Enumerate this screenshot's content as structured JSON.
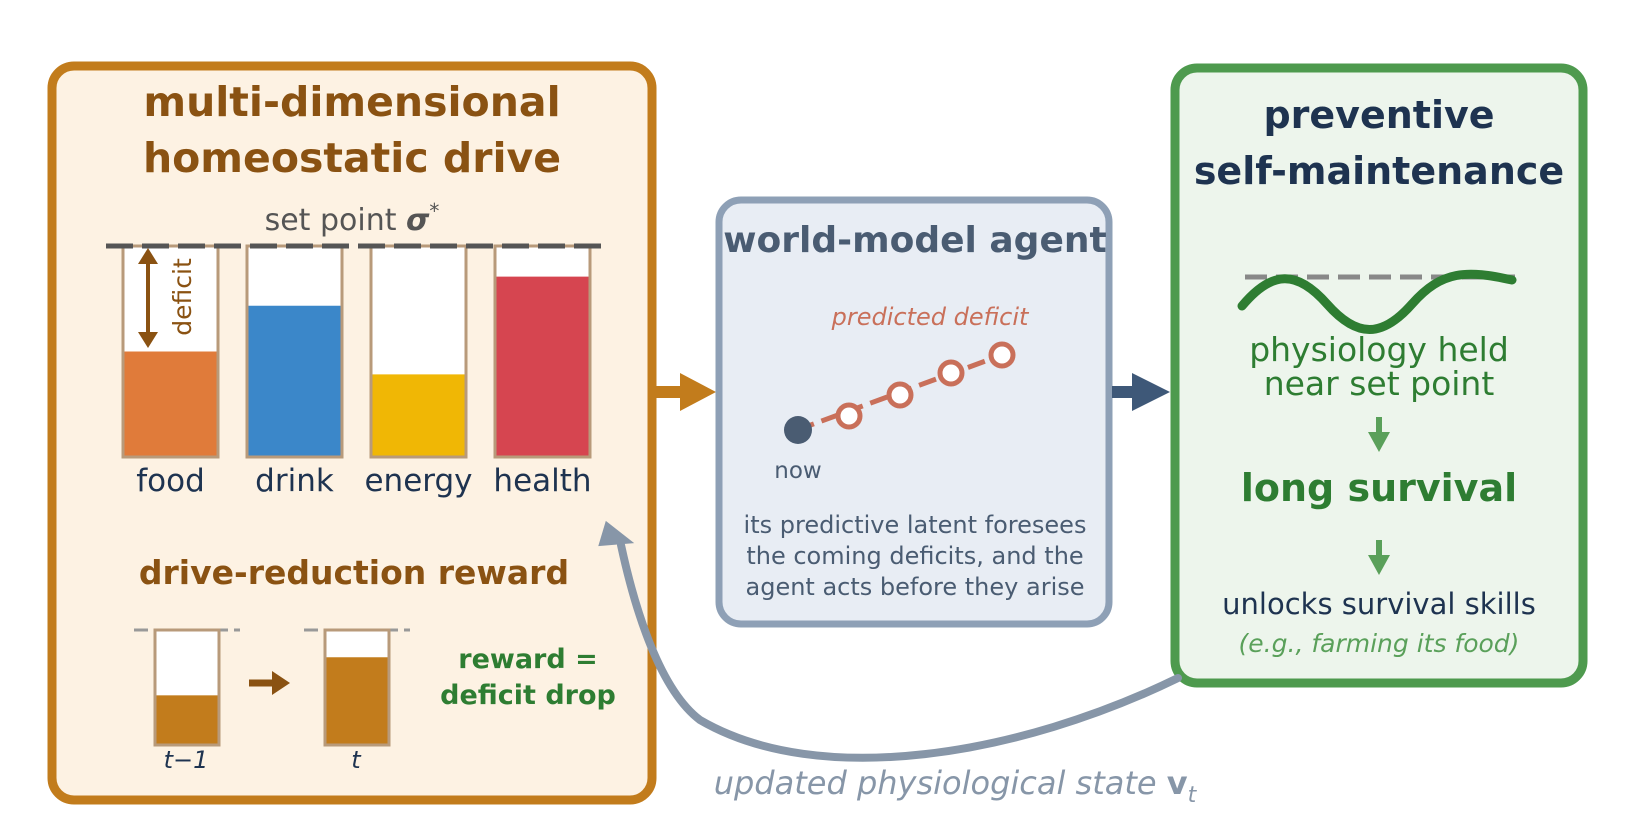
{
  "left_panel": {
    "title_line1": "multi-dimensional",
    "title_line2": "homeostatic drive",
    "set_point_label": "set point",
    "set_point_symbol": "σ",
    "set_point_sup": "*",
    "deficit_label": "deficit",
    "bars": [
      {
        "label": "food",
        "level": 0.5,
        "color": "#e07b3a"
      },
      {
        "label": "drink",
        "level": 0.72,
        "color": "#3b87c9"
      },
      {
        "label": "energy",
        "level": 0.39,
        "color": "#f0b705"
      },
      {
        "label": "health",
        "level": 0.86,
        "color": "#d64550"
      }
    ],
    "reward_title": "drive-reduction reward",
    "time_prev_label": "t−1",
    "time_prev_level": 0.43,
    "time_now_label": "t",
    "time_now_level": 0.77,
    "reward_eq_line1": "reward =",
    "reward_eq_line2": "deficit drop"
  },
  "middle_panel": {
    "title": "world-model agent",
    "predicted_label": "predicted deficit",
    "now_label": "now",
    "desc_line1": "its predictive latent foresees",
    "desc_line2": "the coming deficits, and the",
    "desc_line3": "agent acts before they arise"
  },
  "right_panel": {
    "title_line1": "preventive",
    "title_line2": "self-maintenance",
    "held_line1": "physiology held",
    "held_line2": "near set point",
    "survival": "long survival",
    "unlocks": "unlocks survival skills",
    "example": "(e.g., farming its food)"
  },
  "feedback": {
    "label": "updated physiological state",
    "symbol": "v",
    "subscript": "t"
  },
  "colors": {
    "left_border": "#c27c1c",
    "left_fill": "#fdf2e3",
    "left_title": "#8a5212",
    "mid_border": "#8ea0b6",
    "mid_fill": "#e8edf4",
    "mid_title": "#4a5c72",
    "right_border": "#4e9a4e",
    "right_fill": "#edf5ec",
    "right_title": "#1e3350",
    "green_text": "#2e7d32",
    "predicted": "#c9705a",
    "feedback": "#8796a8"
  }
}
